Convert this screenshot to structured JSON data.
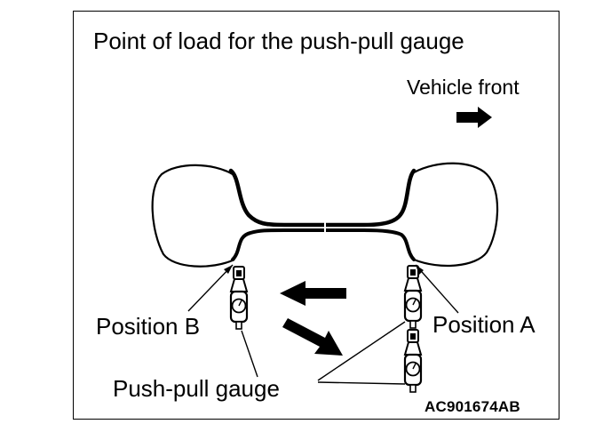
{
  "diagram": {
    "title": "Point of load for the push-pull gauge",
    "vehicle_front_label": "Vehicle front",
    "position_b_label": "Position B",
    "position_a_label": "Position A",
    "gauge_label": "Push-pull gauge",
    "figure_code": "AC901674AB"
  }
}
